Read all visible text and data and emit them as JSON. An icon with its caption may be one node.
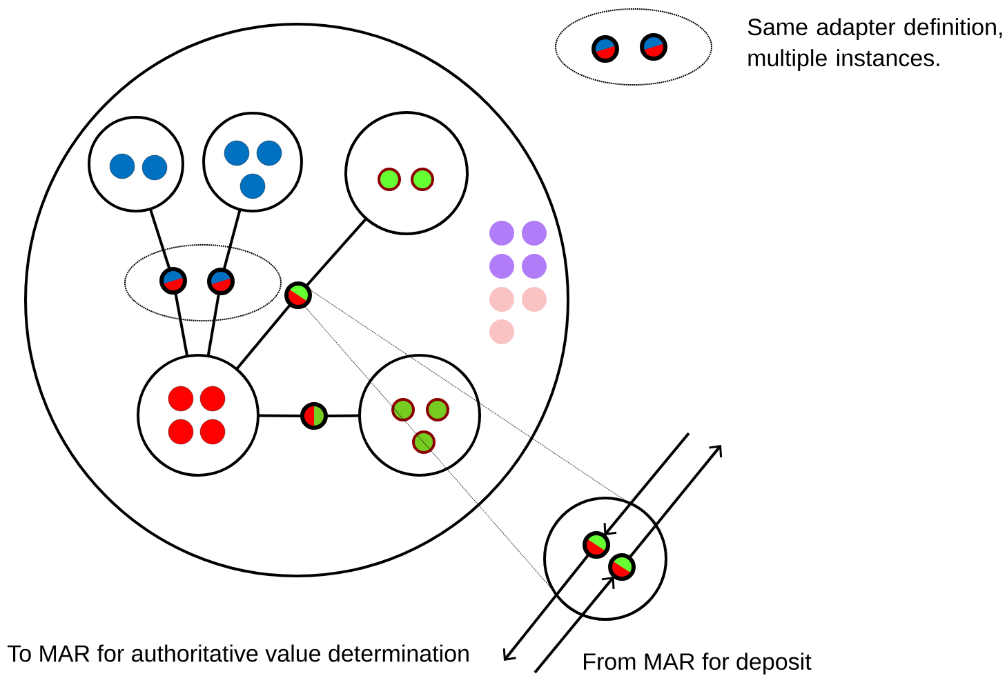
{
  "diagram": {
    "nodes": [
      {
        "text": [],
        "shape": "ellipse",
        "beside": [
          "Same adapter definition, multiple instances."
        ]
      },
      {
        "text": [],
        "shape": "circle",
        "in": 0
      },
      {
        "text": [],
        "shape": "circle",
        "in": 0
      },
      {
        "text": [],
        "shape": "circle"
      },
      {
        "text": [],
        "shape": "circle",
        "in": 3
      },
      {
        "text": [],
        "shape": "circle",
        "in": 3
      },
      {
        "text": [],
        "shape": "circle",
        "in": 3
      },
      {
        "text": [],
        "shape": "ellipse",
        "in": 3
      },
      {
        "text": [],
        "shape": "circle",
        "in": 7
      },
      {
        "text": [],
        "shape": "circle",
        "in": 7
      },
      {
        "text": [],
        "shape": "circle",
        "in": 3
      },
      {
        "text": [],
        "shape": "circle",
        "in": 3
      },
      {
        "text": [],
        "shape": "circle",
        "in": 3
      },
      {
        "text": [],
        "shape": "circle",
        "in": 3
      },
      {
        "text": [],
        "shape": "circle"
      },
      {
        "text": [],
        "shape": "circle",
        "in": 14
      },
      {
        "text": [],
        "shape": "circle",
        "in": 14
      }
    ],
    "edges": [
      {
        "from": 4,
        "to": 8,
        "arrow": "none"
      },
      {
        "from": 8,
        "to": 11,
        "arrow": "none"
      },
      {
        "from": 5,
        "to": 9,
        "arrow": "none"
      },
      {
        "from": 9,
        "to": 11,
        "arrow": "none"
      },
      {
        "from": 6,
        "to": 10,
        "arrow": "none"
      },
      {
        "from": 10,
        "to": 11,
        "arrow": "none"
      },
      {
        "from": 11,
        "to": 12,
        "arrow": "none"
      },
      {
        "from": 12,
        "to": 13,
        "arrow": "none"
      },
      {
        "from": 10,
        "to": 14,
        "arrow": "none",
        "style": "dashed"
      },
      {
        "from": 10,
        "to": 14,
        "arrow": "none",
        "style": "dashed"
      },
      {
        "from": null,
        "to": 15,
        "arrow": "to"
      },
      {
        "from": 15,
        "to": null,
        "arrow": "to"
      },
      {
        "from": null,
        "to": 16,
        "arrow": "to"
      },
      {
        "from": 16,
        "to": null,
        "arrow": "to"
      }
    ],
    "labels": [
      "To MAR for authoritative value determination",
      "From MAR for deposit"
    ]
  }
}
